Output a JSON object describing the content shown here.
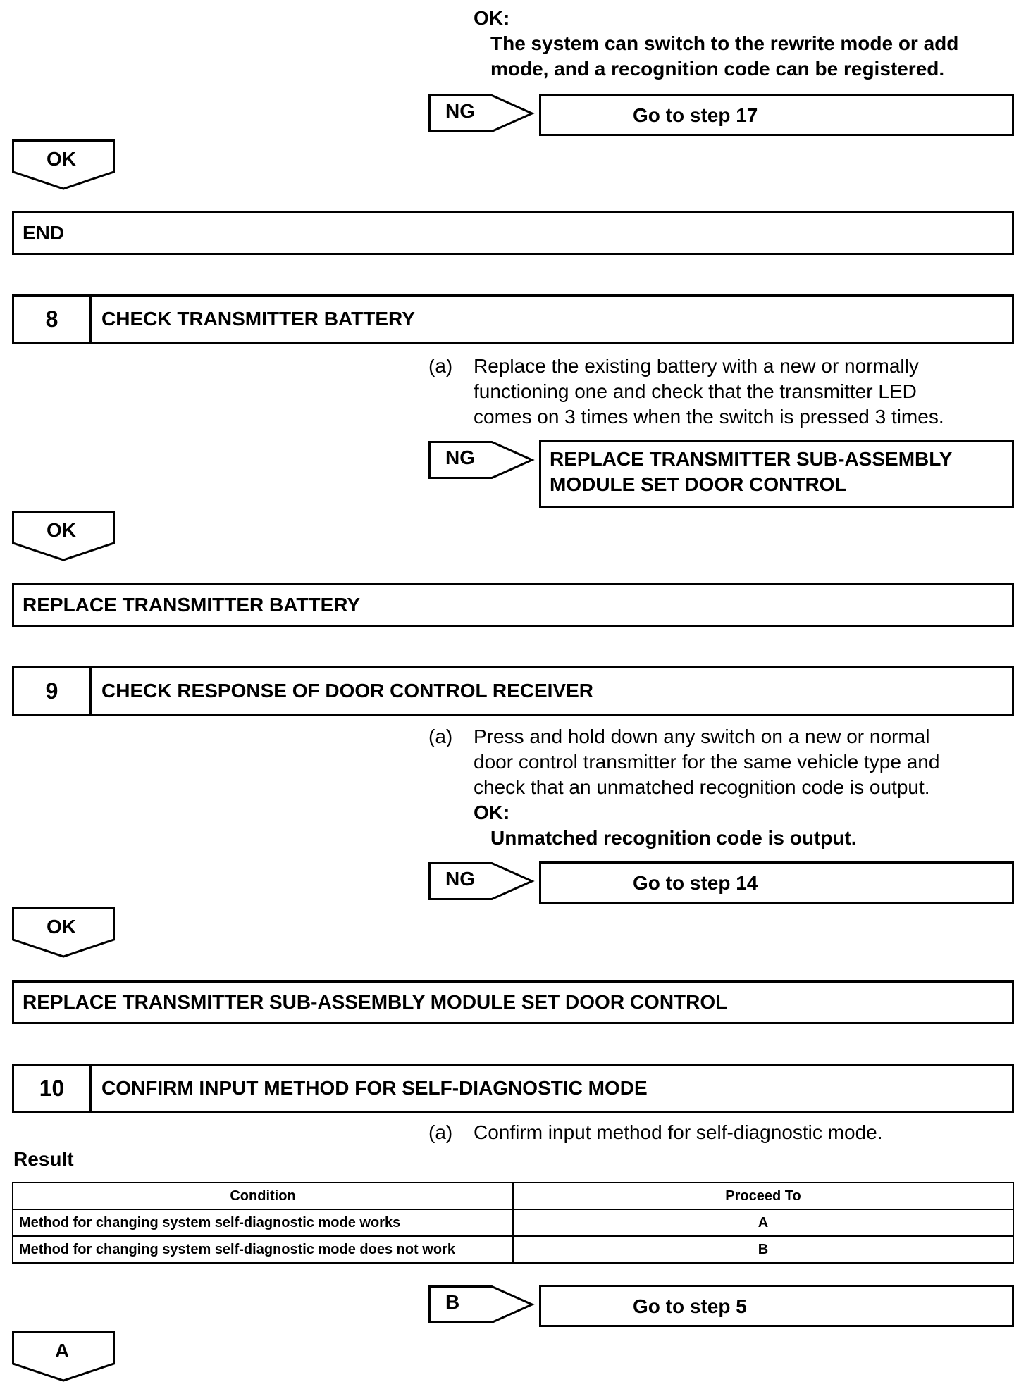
{
  "top": {
    "ok_label": "OK:",
    "ok_text_line1": "The system can switch to the rewrite mode or add",
    "ok_text_line2": "mode, and a recognition code can be registered.",
    "ng_label": "NG",
    "ng_target": "Go to step 17",
    "ok_arrow": "OK",
    "end_label": "END"
  },
  "step8": {
    "number": "8",
    "title": "CHECK TRANSMITTER BATTERY",
    "item_marker": "(a)",
    "item_line1": "Replace the existing battery with a new or normally",
    "item_line2": "functioning one and check that the transmitter LED",
    "item_line3": "comes on 3 times when the switch is pressed 3 times.",
    "ng_label": "NG",
    "ng_target_line1": "REPLACE TRANSMITTER SUB-ASSEMBLY",
    "ng_target_line2": "MODULE SET DOOR CONTROL",
    "ok_arrow": "OK",
    "result": "REPLACE TRANSMITTER BATTERY"
  },
  "step9": {
    "number": "9",
    "title": "CHECK RESPONSE OF DOOR CONTROL RECEIVER",
    "item_marker": "(a)",
    "item_line1": "Press and hold down any switch on a new or normal",
    "item_line2": "door control transmitter for the same vehicle type and",
    "item_line3": "check that an unmatched recognition code is output.",
    "ok_label": "OK:",
    "ok_text": "Unmatched recognition code is output.",
    "ng_label": "NG",
    "ng_target": "Go to step 14",
    "ok_arrow": "OK",
    "result": "REPLACE TRANSMITTER SUB-ASSEMBLY MODULE SET DOOR CONTROL"
  },
  "step10": {
    "number": "10",
    "title": "CONFIRM INPUT METHOD FOR SELF-DIAGNOSTIC MODE",
    "item_marker": "(a)",
    "item_line1": "Confirm input method for self-diagnostic mode.",
    "result_heading": "Result",
    "table": {
      "headers": [
        "Condition",
        "Proceed To"
      ],
      "rows": [
        [
          "Method for changing system self-diagnostic mode works",
          "A"
        ],
        [
          "Method for changing system self-diagnostic mode does not work",
          "B"
        ]
      ]
    },
    "b_label": "B",
    "b_target": "Go to step 5",
    "a_arrow": "A"
  }
}
